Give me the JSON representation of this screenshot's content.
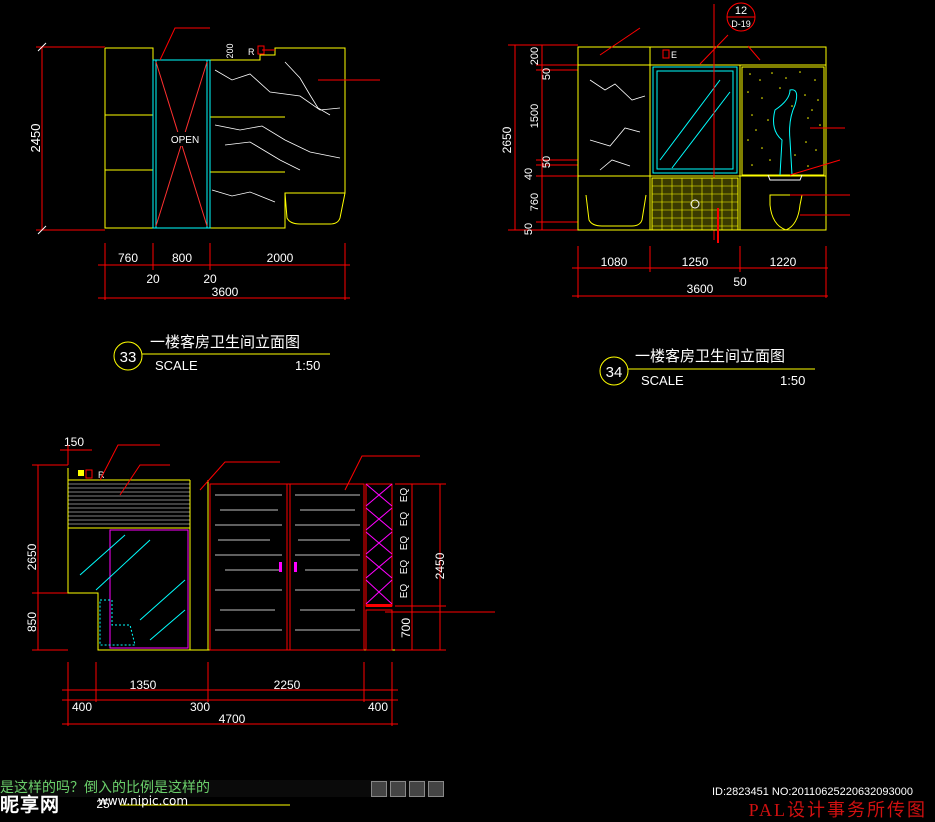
{
  "drawing_33": {
    "dims_vertical": [
      "2450",
      "200"
    ],
    "dims_horizontal_top": [
      "760",
      "800",
      "2000"
    ],
    "dims_horizontal_mid": [
      "20",
      "20"
    ],
    "dims_total": "3600",
    "open_label": "OPEN",
    "r_label": "R",
    "title_number": "33",
    "title": "一楼客房卫生间立面图",
    "scale_label": "SCALE",
    "scale_value": "1:50"
  },
  "drawing_34": {
    "grid_top": "12",
    "grid_bottom": "D-19",
    "dims_vertical_outer": "2650",
    "dims_vertical": [
      "200",
      "50",
      "1500",
      "50",
      "40",
      "760",
      "50"
    ],
    "dims_horizontal_top": [
      "1080",
      "1250",
      "1220"
    ],
    "dims_mid": "50",
    "dims_total": "3600",
    "e_label": "E",
    "title_number": "34",
    "title": "一楼客房卫生间立面图",
    "scale_label": "SCALE",
    "scale_value": "1:50"
  },
  "drawing_25": {
    "dims_top": "150",
    "dims_vertical_left": [
      "2650",
      "850"
    ],
    "dims_vertical_right": [
      "2450",
      "700"
    ],
    "eq_labels": [
      "EQ",
      "EQ",
      "EQ",
      "EQ",
      "EQ"
    ],
    "dims_horizontal_top": [
      "1350",
      "2250"
    ],
    "dims_horizontal_bottom": [
      "400",
      "300",
      "400"
    ],
    "dims_total": "4700",
    "r_label": "R",
    "title_number": "25"
  },
  "command_line": "是这样的吗？倒入的比例是这样的",
  "watermark": {
    "logo": "昵享网",
    "url": "www.nipic.com",
    "id_text": "ID:2823451 NO:20110625220632093000",
    "pal": "PAL设计事务所传图"
  },
  "colors": {
    "background": "#000000",
    "yellow": "#ffff00",
    "cyan": "#00ffff",
    "red": "#ff0000",
    "white": "#ffffff",
    "magenta": "#ff00ff",
    "green": "#00ff00"
  }
}
